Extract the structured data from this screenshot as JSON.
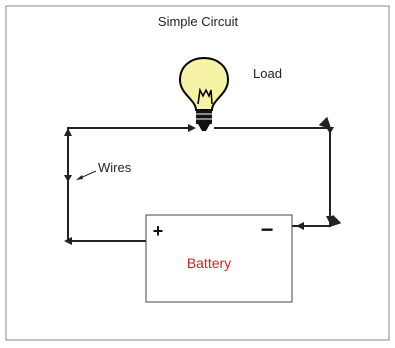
{
  "diagram": {
    "title": "Simple Circuit",
    "load_label": "Load",
    "wires_label": "Wires",
    "battery": {
      "label": "Battery",
      "positive_symbol": "+",
      "negative_symbol": "−"
    }
  },
  "colors": {
    "frame": "#888888",
    "wire": "#222222",
    "bulb_glass": "#f7f3a6",
    "bulb_outline": "#000000",
    "battery_label": "#cc2222",
    "battery_border": "#444444"
  },
  "icons": {
    "bulb": "light-bulb-icon",
    "arrowheads": "arrowhead-icon"
  }
}
